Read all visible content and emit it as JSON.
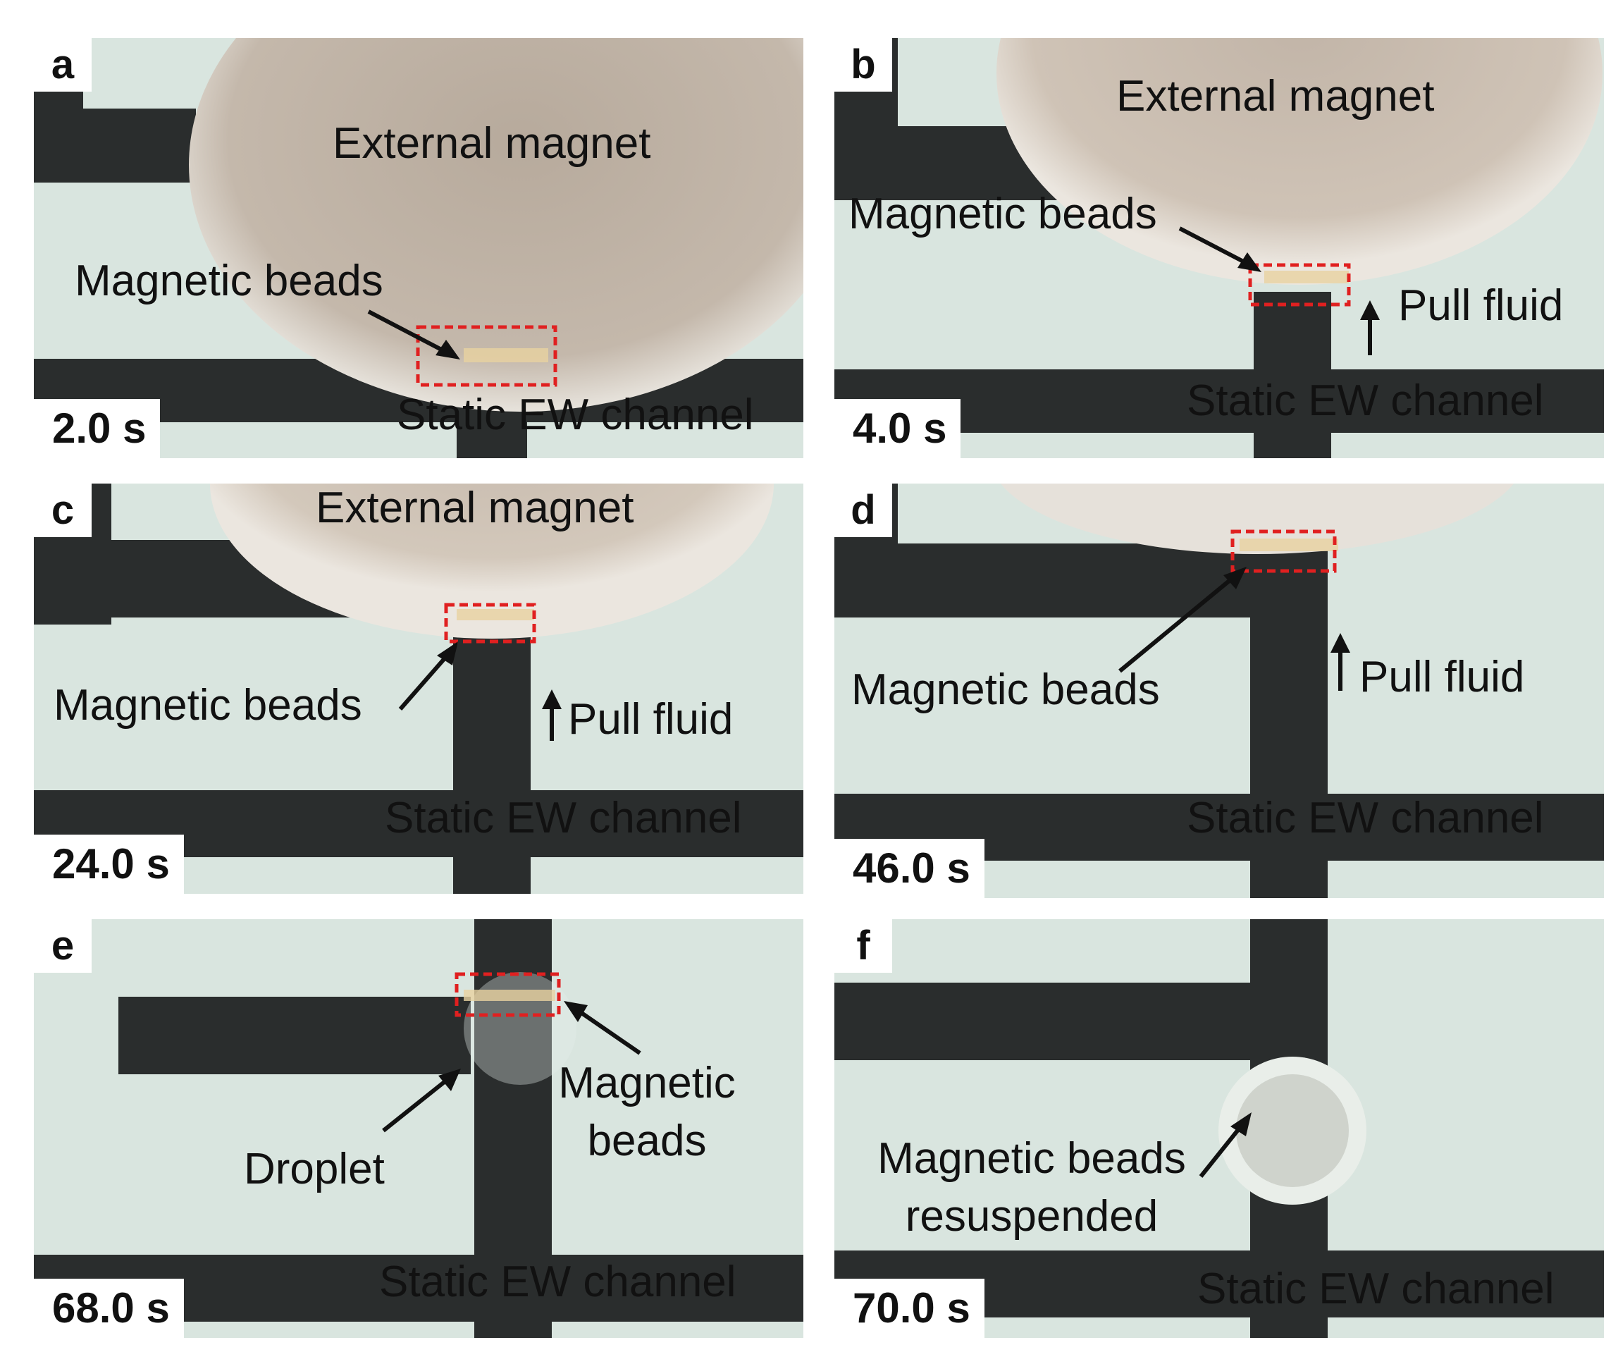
{
  "panels": [
    {
      "letter": "a",
      "time": "2.0 s",
      "magnet": "External magnet",
      "beads": "Magnetic beads",
      "channel": "Static EW channel"
    },
    {
      "letter": "b",
      "time": "4.0 s",
      "magnet": "External magnet",
      "beads": "Magnetic beads",
      "pull": "Pull fluid",
      "channel": "Static EW channel"
    },
    {
      "letter": "c",
      "time": "24.0 s",
      "magnet": "External magnet",
      "beads": "Magnetic beads",
      "pull": "Pull fluid",
      "channel": "Static EW channel"
    },
    {
      "letter": "d",
      "time": "46.0 s",
      "beads": "Magnetic beads",
      "pull": "Pull fluid",
      "channel": "Static EW channel"
    },
    {
      "letter": "e",
      "time": "68.0 s",
      "droplet": "Droplet",
      "beads_line1": "Magnetic",
      "beads_line2": "beads",
      "channel": "Static EW channel"
    },
    {
      "letter": "f",
      "time": "70.0 s",
      "beads_line1": "Magnetic beads",
      "beads_line2": "resuspended",
      "channel": "Static EW channel"
    }
  ],
  "colors": {
    "substrate": "#d9e5df",
    "electrode": "#2a2d2d",
    "magnet": "#bfb3a6",
    "highlight_box": "#e02020"
  }
}
